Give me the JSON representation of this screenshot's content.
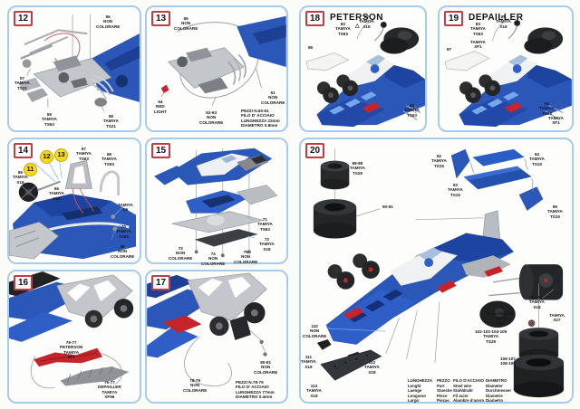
{
  "icons": {
    "warning": "△"
  },
  "steps": {
    "s12": {
      "num": "12",
      "labels": [
        "56\nNON\nCOLORARE",
        "57\nTAMIYA\nTS21",
        "59\nTAMIYA\nTS63",
        "58\nTAMIYA\nTS21"
      ]
    },
    "s13": {
      "num": "13",
      "labels": [
        "65\nNON\nCOLORARE",
        "64\nRED\nLIGHT",
        "62-63\nNON\nCOLORARE",
        "61\nNON\nCOLORARE"
      ],
      "note": "PEZZI N.60-61\nFILO D' ACCIAIO\nLUNGHEZZA 22mm\nDIAMETRO 0.8mm"
    },
    "s14": {
      "num": "14",
      "callouts": [
        "11",
        "12",
        "13"
      ],
      "labels": [
        "65\nTAMIYA\nX18",
        "66\nTAMIYA\nX18",
        "67\nTAMIYA\nTS63",
        "68\nTAMIYA\nTS63",
        "TAMIYA\nX6",
        "70\nTAMIYA\nTS63",
        "69\nNON\nCOLORARE"
      ]
    },
    "s15": {
      "num": "15",
      "labels": [
        "71\nTAMIYA\nTS63",
        "72\nTAMIYA\nX18",
        "73\nNON\nCOLORARE",
        "74\nNON\nCOLORARE",
        "75\nNON\nCOLORARE"
      ]
    },
    "s16": {
      "num": "16",
      "labels": [
        "76-77\nPETERSON\nTAMIYA\nXF7",
        "76-77\nDEPAILLER\nTAMIYA\nXF56"
      ]
    },
    "s17": {
      "num": "17",
      "labels": [
        "80-81\nNON\nCOLORARE",
        "78-79\nNON\nCOLORARE"
      ],
      "note": "PEZZI N.78-79\nFILO D' ACCIAIO\nLUNGHEZZA 77mm\nDIAMETRO 0.4mm"
    },
    "s18": {
      "num": "18",
      "title": "PETERSON",
      "labels": [
        "82\nTAMIYA\nX18",
        "83\nTAMIYA\nTS63",
        "86",
        "84\nTAMIYA\nTS63"
      ]
    },
    "s19": {
      "num": "19",
      "title": "DEPAILLER",
      "labels": [
        "85\nTAMIYA\nX18",
        "83\nTAMIYA\nTS63",
        "TAMIYA\nXF1",
        "87",
        "84\nTAMIYA\nTS63",
        "TAMIYA\nXF1"
      ]
    },
    "s20": {
      "num": "20",
      "labels": [
        "88-89\nTAMIYA\nTS29",
        "90-91",
        "92\nTAMIYA\nTS15",
        "94\nTAMIYA\nTS15",
        "93\nTAMIYA\nTS15",
        "95\nTAMIYA\nTS15",
        "96-97\nTAMIYA\nX18",
        "98-99-100-101\nTAMIYA\nTS63",
        "TAMIYA\nX27",
        "102-103-104-105\nTAMIYA\nTS29",
        "106-107\n108-109",
        "110\nNON\nCOLORARE",
        "111\nTAMIYA\nX18",
        "112\nTAMIYA\nX18",
        "113\nTAMIYA\nX18"
      ],
      "table": {
        "c0": "LUNGHEZZA\nLenght\nLaenge\nLongueur\nLargo",
        "c1": "PEZZO\nPart\nStuecke\nPiece\nPiezas",
        "c2": "FILO D'ACCIAIO\nSteel wire\nStahldraht\nFil acier\nAlambre d'acero",
        "c3": "DIAMETRO\nDiameter\nDurchmesser\nDiametre\nDiametro"
      }
    }
  }
}
